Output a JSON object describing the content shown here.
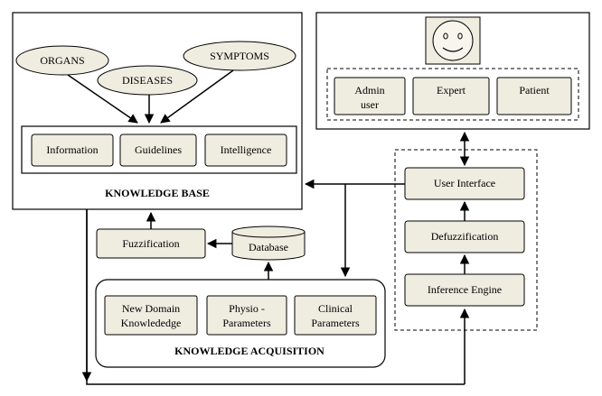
{
  "knowledge_base": {
    "title": "KNOWLEDGE BASE",
    "sources": [
      "ORGANS",
      "DISEASES",
      "SYMPTOMS"
    ],
    "components": [
      "Information",
      "Guidelines",
      "Intelligence"
    ]
  },
  "users": {
    "roles": [
      {
        "line1": "Admin",
        "line2": "user"
      },
      {
        "line1": "Expert",
        "line2": ""
      },
      {
        "line1": "Patient",
        "line2": ""
      }
    ]
  },
  "inference": {
    "user_interface": "User Interface",
    "defuzzification": "Defuzzification",
    "inference_engine": "Inference Engine"
  },
  "fuzzification": "Fuzzification",
  "database": "Database",
  "knowledge_acquisition": {
    "title": "KNOWLEDGE ACQUISITION",
    "items": [
      {
        "line1": "New Domain",
        "line2": "Knowlededge"
      },
      {
        "line1": "Physio -",
        "line2": "Parameters"
      },
      {
        "line1": "Clinical",
        "line2": "Parameters"
      }
    ]
  }
}
